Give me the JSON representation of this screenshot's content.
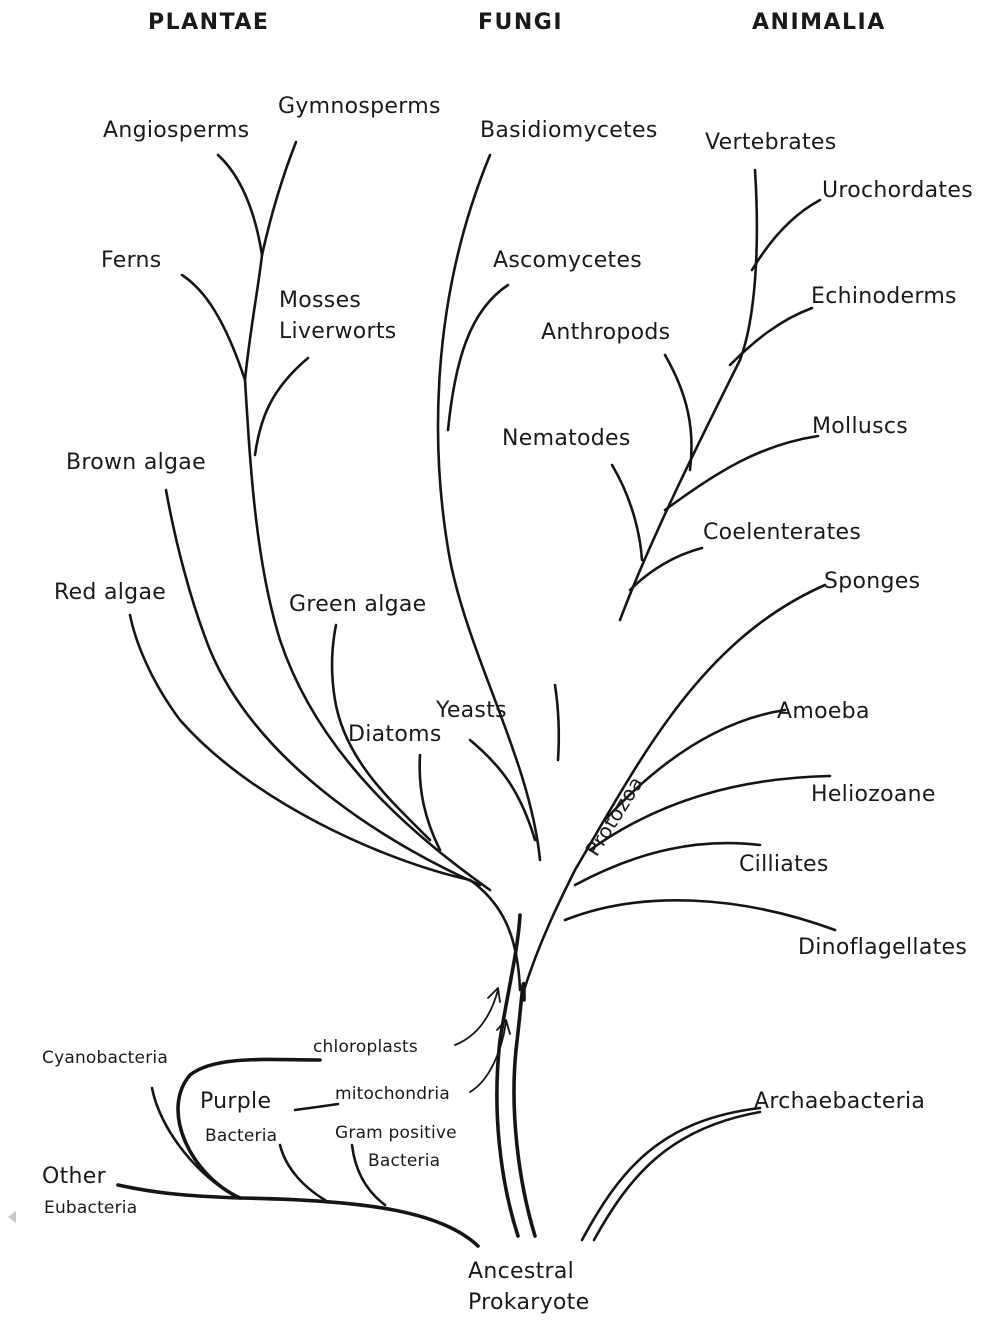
{
  "kingdoms": {
    "plantae": "PLANTAE",
    "fungi": "FUNGI",
    "animalia": "ANIMALIA"
  },
  "plantae": {
    "angiosperms": "Angiosperms",
    "gymnosperms": "Gymnosperms",
    "ferns": "Ferns",
    "mosses": "Mosses",
    "liverworts": "Liverworts",
    "brown_algae": "Brown algae",
    "red_algae": "Red algae",
    "green_algae": "Green algae",
    "diatoms": "Diatoms"
  },
  "fungi": {
    "basidiomycetes": "Basidiomycetes",
    "ascomycetes": "Ascomycetes",
    "yeasts": "Yeasts"
  },
  "animalia": {
    "vertebrates": "Vertebrates",
    "urochordates": "Urochordates",
    "echinoderms": "Echinoderms",
    "anthropods": "Anthropods",
    "molluscs": "Molluscs",
    "nematodes": "Nematodes",
    "coelenterates": "Coelenterates",
    "sponges": "Sponges"
  },
  "protozoa": {
    "group": "Protozoa",
    "amoeba": "Amoeba",
    "heliozoane": "Heliozoane",
    "cilliates": "Cilliates",
    "dinoflagellates": "Dinoflagellates"
  },
  "bacteria": {
    "cyanobacteria": "Cyanobacteria",
    "chloroplasts": "chloroplasts",
    "purple": "Purple",
    "purple_bacteria": "Bacteria",
    "mitochondria": "mitochondria",
    "gram_positive": "Gram positive",
    "gram_positive_bacteria": "Bacteria",
    "other": "Other",
    "eubacteria": "Eubacteria",
    "archaebacteria": "Archaebacteria"
  },
  "root": {
    "line1": "Ancestral",
    "line2": "Prokaryote"
  },
  "colors": {
    "ink": "#151515",
    "background": "#ffffff"
  }
}
